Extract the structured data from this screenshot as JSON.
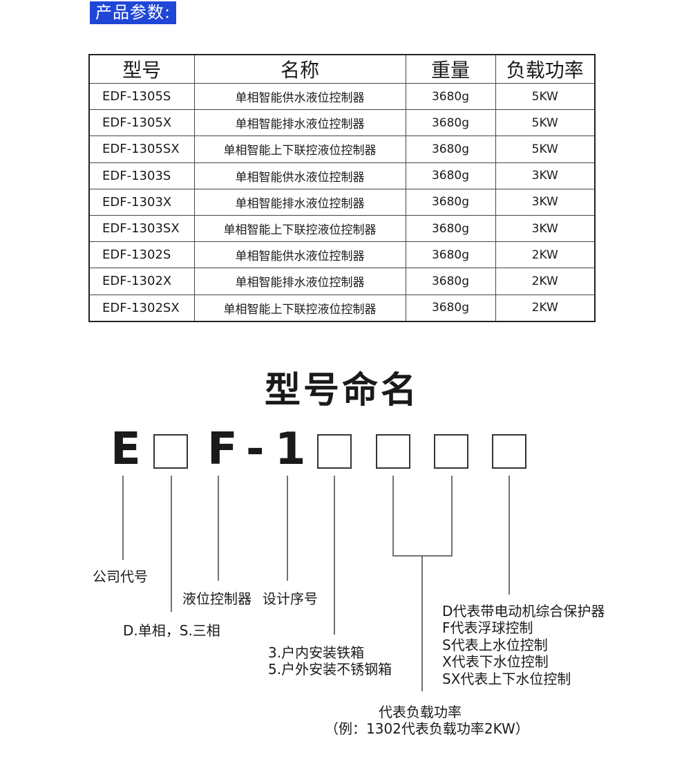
{
  "section_title": "产品参数:",
  "table": {
    "headers": [
      "型号",
      "名称",
      "重量",
      "负载功率"
    ],
    "rows": [
      [
        "EDF-1305S",
        "单相智能供水液位控制器",
        "3680g",
        "5KW"
      ],
      [
        "EDF-1305X",
        "单相智能排水液位控制器",
        "3680g",
        "5KW"
      ],
      [
        "EDF-1305SX",
        "单相智能上下联控液位控制器",
        "3680g",
        "5KW"
      ],
      [
        "EDF-1303S",
        "单相智能供水液位控制器",
        "3680g",
        "3KW"
      ],
      [
        "EDF-1303X",
        "单相智能排水液位控制器",
        "3680g",
        "3KW"
      ],
      [
        "EDF-1303SX",
        "单相智能上下联控液位控制器",
        "3680g",
        "3KW"
      ],
      [
        "EDF-1302S",
        "单相智能供水液位控制器",
        "3680g",
        "2KW"
      ],
      [
        "EDF-1302X",
        "单相智能排水液位控制器",
        "3680g",
        "2KW"
      ],
      [
        "EDF-1302SX",
        "单相智能上下联控液位控制器",
        "3680g",
        "2KW"
      ]
    ]
  },
  "naming": {
    "title": "型号命名",
    "code_chars": [
      "E",
      "F",
      "-",
      "1"
    ],
    "labels": {
      "company": "公司代号",
      "phase": "D.单相，S.三相",
      "controller": "液位控制器",
      "serial": "设计序号",
      "box_line1": "3.户内安装铁箱",
      "box_line2": "5.户外安装不锈钢箱",
      "power_line1": "代表负载功率",
      "power_line2": "（例：1302代表负载功率2KW）",
      "suffix_lines": [
        "D代表带电动机综合保护器",
        "F代表浮球控制",
        "S代表上水位控制",
        "X代表下水位控制",
        "SX代表上下水位控制"
      ]
    }
  }
}
